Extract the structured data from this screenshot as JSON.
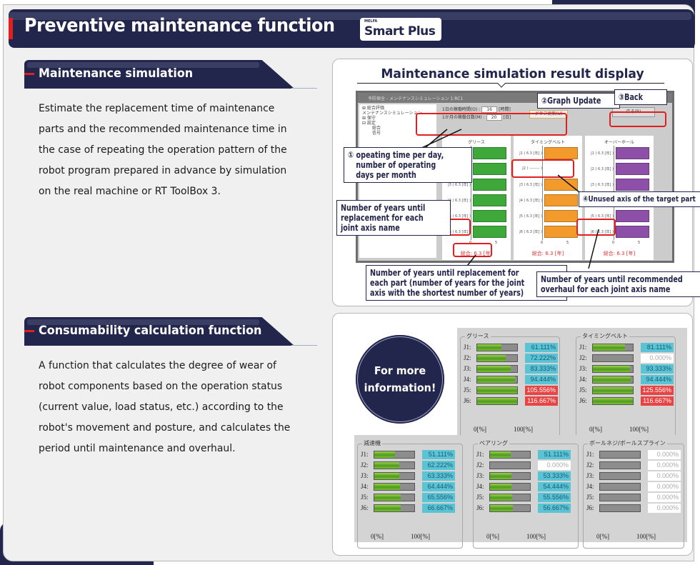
{
  "header": {
    "title": "Preventive maintenance function",
    "logo_brand": "MELFA",
    "logo_name": "Smart Plus"
  },
  "sections": [
    {
      "heading": "Maintenance simulation",
      "description": "Estimate the replacement time of maintenance parts and the recommended maintenance time in the case of repeating the operation pattern of the robot program prepared in advance by simulation on the real machine or RT ToolBox 3."
    },
    {
      "heading": "Consumability calculation function",
      "description": "A function that calculates the degree of wear of robot components based on the operation status (current value, load status, etc.) according to the robot's movement and posture, and calculates the period until maintenance and overhaul."
    }
  ],
  "simulation_panel": {
    "title": "Maintenance simulation result display",
    "window_title": "予防保全 - メンテナンスシミュレーション 1:RC1",
    "window_controls": "– □ ×",
    "tree_items": [
      "⊞ 総合評価",
      "メンテナンスシミュレーション",
      "⊞ 保守",
      "⊟ 設定",
      "総合",
      "信号"
    ],
    "hours_label": "1日の稼働時間(O) :",
    "hours_value": "16",
    "hours_unit": "[時間]",
    "days_label": "1か月の稼働日数(M) :",
    "days_value": "20",
    "days_unit": "[日]",
    "graph_update_button": "グラフ更新(U)",
    "back_button": "戻る(B)",
    "charts": [
      {
        "title": "グリース",
        "color": "#3fa83a",
        "rows": [
          "J1 ( 6.3 [年] )",
          "J2 ( 6.3 [年] )",
          "J3 ( 6.3 [年] )",
          "J4 ( 6.3 [年] )",
          "J5 ( 6.3 [年] )",
          "J6 ( 6.3 [年] )"
        ],
        "values": [
          6.3,
          6.3,
          6.3,
          6.3,
          6.3,
          6.3
        ],
        "tick_min": "0",
        "tick_max": "5",
        "total": "総合: 6.3 [年]"
      },
      {
        "title": "タイミングベルト",
        "color": "#f39a2c",
        "rows": [
          "J1 ( 6.3 [年] )",
          "J2 ( -------- )",
          "J3 ( 6.3 [年] )",
          "J4 ( 6.3 [年] )",
          "J5 ( 6.3 [年] )",
          "J6 ( 6.3 [年] )"
        ],
        "values": [
          6.3,
          null,
          6.3,
          6.3,
          6.3,
          6.3
        ],
        "tick_min": "0",
        "tick_max": "5",
        "total": "総合: 6.3 [年]"
      },
      {
        "title": "オーバーホール",
        "color": "#8d4fa8",
        "rows": [
          "J1 ( 6.3 [年] )",
          "J2 ( 6.3 [年] )",
          "J3 ( 6.3 [年] )",
          "J4 ( 6.3 [年] )",
          "J5 ( 6.3 [年] )",
          "J6 ( 6.3 [年] )"
        ],
        "values": [
          6.3,
          6.3,
          6.3,
          6.3,
          6.3,
          6.3
        ],
        "tick_min": "0",
        "tick_max": "5",
        "total": "総合: 6.3 [年]"
      }
    ],
    "callouts": {
      "graph_update": "②Graph Update",
      "back": "③Back",
      "operating_time": [
        "① opeating time per day,",
        "number of operating",
        "days per month"
      ],
      "unused_axis": "④Unused axis of the target part",
      "years_joint": [
        "Number of years until",
        "replacement for each",
        "joint axis name"
      ],
      "years_part": [
        "Number of years until replacement for",
        "each part (number of years for the joint",
        "axis with the shortest number of years)"
      ],
      "years_overhaul": [
        "Number of years until recommended",
        "overhaul for each joint axis name"
      ]
    }
  },
  "consumability_panel": {
    "more_info": [
      "For more",
      "information!"
    ],
    "axis_min": "0[%]",
    "axis_max": "100[%]",
    "groups": [
      {
        "title": "グリース",
        "joints": [
          "J1:",
          "J2:",
          "J3:",
          "J4:",
          "J5:",
          "J6:"
        ],
        "percents": [
          61.111,
          72.222,
          83.333,
          94.444,
          105.556,
          116.667
        ],
        "labels": [
          "61.111%",
          "72.222%",
          "83.333%",
          "94.444%",
          "105.556%",
          "116.667%"
        ]
      },
      {
        "title": "タイミングベルト",
        "joints": [
          "J1:",
          "J2:",
          "J3:",
          "J4:",
          "J5:",
          "J6:"
        ],
        "percents": [
          81.111,
          0,
          93.333,
          94.444,
          125.556,
          116.667
        ],
        "labels": [
          "81.111%",
          "0.000%",
          "93.333%",
          "94.444%",
          "125.556%",
          "116.667%"
        ]
      },
      {
        "title": "減速機",
        "joints": [
          "J1:",
          "J2:",
          "J3:",
          "J4:",
          "J5:",
          "J6:"
        ],
        "percents": [
          51.111,
          62.222,
          63.333,
          64.444,
          65.556,
          66.667
        ],
        "labels": [
          "51.111%",
          "62.222%",
          "63.333%",
          "64.444%",
          "65.556%",
          "66.667%"
        ]
      },
      {
        "title": "ベアリング",
        "joints": [
          "J1:",
          "J2:",
          "J3:",
          "J4:",
          "J5:",
          "J6:"
        ],
        "percents": [
          51.111,
          0,
          53.333,
          54.444,
          55.556,
          56.667
        ],
        "labels": [
          "51.111%",
          "0.000%",
          "53.333%",
          "54.444%",
          "55.556%",
          "56.667%"
        ]
      },
      {
        "title": "ボールネジ/ボールスプライン",
        "joints": [
          "J1:",
          "J2:",
          "J3:",
          "J4:",
          "J5:",
          "J6:"
        ],
        "percents": [
          0,
          0,
          0,
          0,
          0,
          0
        ],
        "labels": [
          "0.000%",
          "0.000%",
          "0.000%",
          "0.000%",
          "0.000%",
          "0.000%"
        ]
      }
    ],
    "colors": {
      "normal_bg": "#5bc4d4",
      "normal_text": "#1a5a78",
      "over_bg": "#e84444",
      "over_text": "#ffffff",
      "zero_bg": "#ffffff",
      "zero_text": "#aaaaaa"
    }
  }
}
